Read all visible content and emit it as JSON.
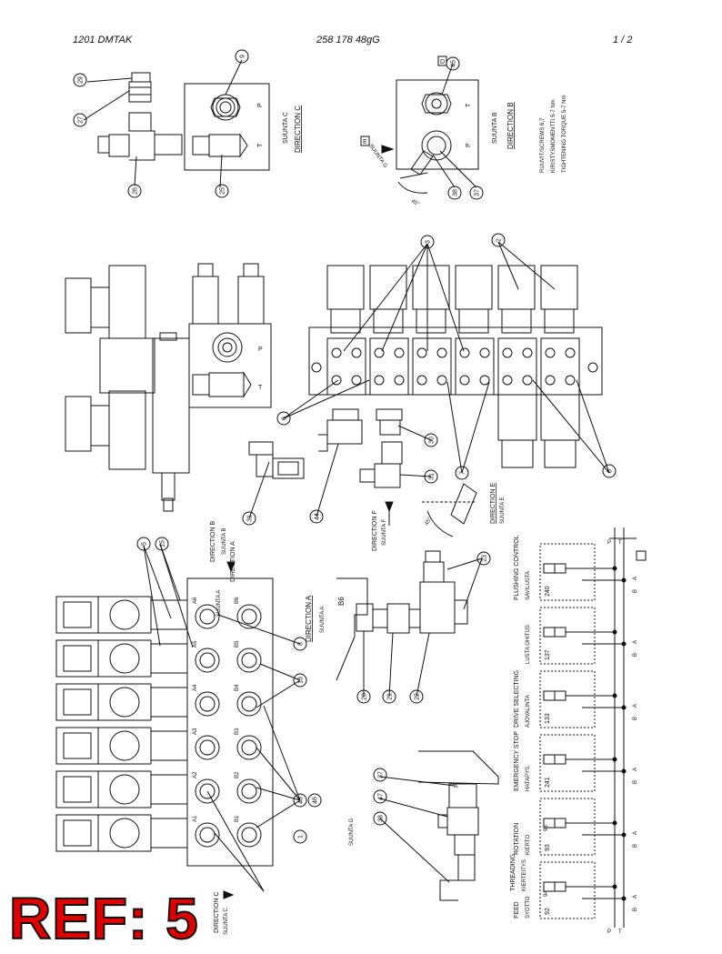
{
  "header": {
    "left": "1201   DMTAK",
    "center": "258 178 48gG",
    "right": "1  /  2"
  },
  "stamp": "REF: 5",
  "views": {
    "c": {
      "fi": "SUUNTA C",
      "en": "DIRECTION C"
    },
    "b": {
      "fi": "SUUNTA B",
      "en": "DIRECTION B"
    },
    "a": {
      "fi": "SUUNTA A",
      "en": "DIRECTION A"
    },
    "e": {
      "fi": "SUUNTA E",
      "en": "DIRECTION E"
    },
    "f": {
      "fi": "SUUNTA F",
      "en": "DIRECTION F"
    },
    "g": {
      "fi": "SUUNTA G"
    }
  },
  "torque_note": [
    "RUUVIT/SCREWS 6,7",
    "KIRISTYSMOMENTTI 5-7 Nm",
    "TIGHTENING TORQUE 5-7 Nm"
  ],
  "port_labels": {
    "p": "P",
    "t": "T",
    "b6": "B6",
    "e_box": "E",
    "d_box": "D",
    "angle": "45°"
  },
  "manifold_ports": [
    "A6",
    "B6",
    "A5",
    "B5",
    "A4",
    "B4",
    "A3",
    "B3",
    "A2",
    "B2",
    "A1",
    "B1"
  ],
  "callouts": [
    "29",
    "27",
    "26",
    "25",
    "9",
    "45",
    "38",
    "37",
    "3",
    "2",
    "6",
    "30",
    "31",
    "44",
    "7",
    "5",
    "15",
    "8",
    "13",
    "43",
    "46",
    "1",
    "23",
    "20",
    "21",
    "22",
    "37",
    "47",
    "38",
    "31",
    "6"
  ],
  "schematic": {
    "sections": [
      {
        "fi": "SAVILUSTA",
        "en": "FLUSHING CONTROL",
        "num": "240"
      },
      {
        "fi": "LUSTA OHITUS",
        "en": "",
        "num": "137"
      },
      {
        "fi": "AJOVALINTA",
        "en": "DRIVE SELECTING",
        "num": "133"
      },
      {
        "fi": "HATAPYS.",
        "en": "EMERGENCY STOP",
        "num": "241"
      },
      {
        "fi": "KIERTO",
        "en": "ROTATION",
        "num": "93"
      },
      {
        "fi": "SYOTTO",
        "en": "FEED",
        "num": "92"
      }
    ],
    "extra_nums": [
      "95",
      "94"
    ],
    "group": "THREADING",
    "kierteitys": "KIERTEITYS",
    "bus": [
      "P",
      "T"
    ],
    "ports": [
      "A",
      "B"
    ]
  }
}
